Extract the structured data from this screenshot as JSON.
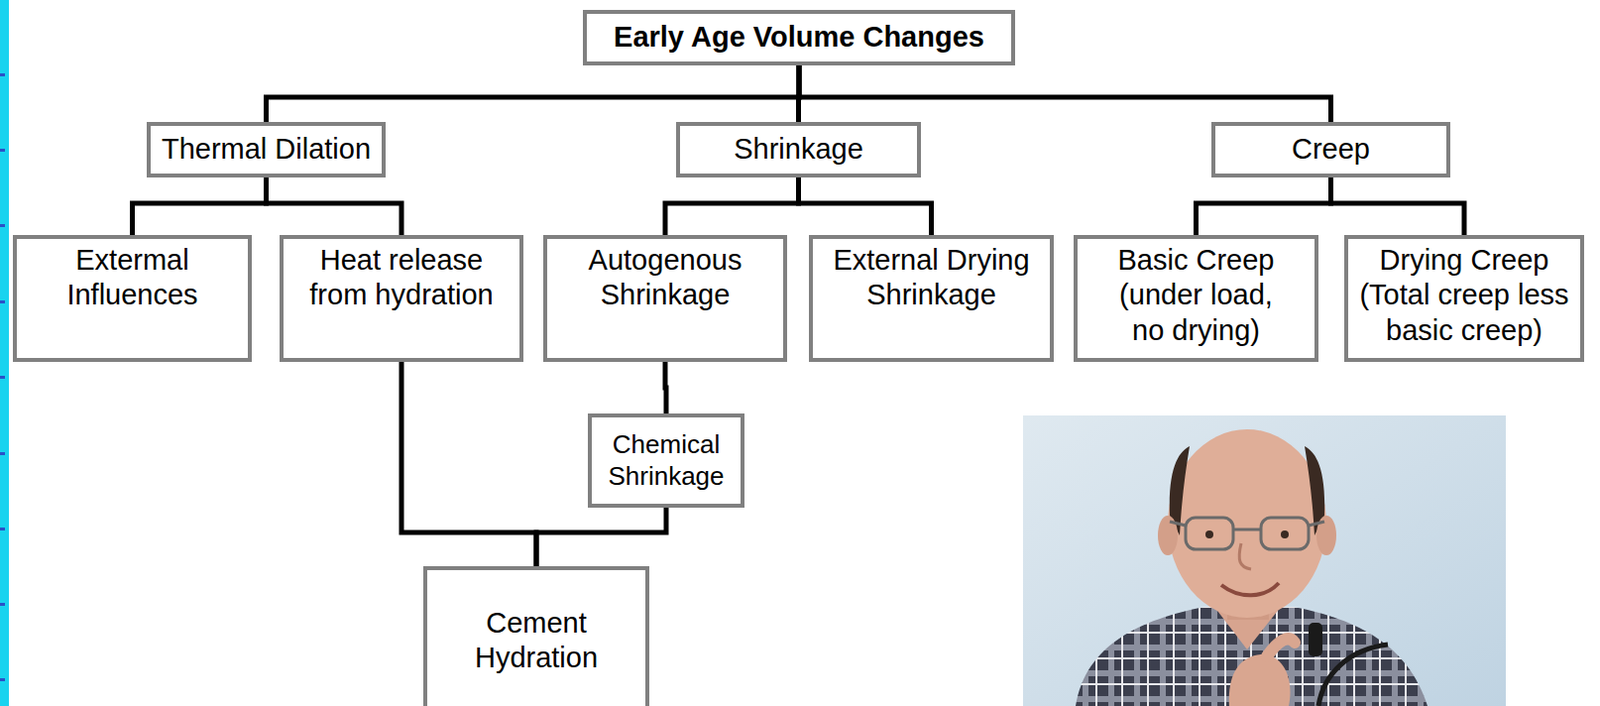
{
  "diagram": {
    "nodes": [
      {
        "text": [
          "Early Age Volume Changes"
        ]
      },
      {
        "text": [
          "Thermal Dilation"
        ]
      },
      {
        "text": [
          "Shrinkage"
        ]
      },
      {
        "text": [
          "Creep"
        ]
      },
      {
        "text": [
          "Extermal Influences"
        ]
      },
      {
        "text": [
          "Heat release from hydration"
        ]
      },
      {
        "text": [
          "Autogenous Shrinkage"
        ]
      },
      {
        "text": [
          "External Drying Shrinkage"
        ]
      },
      {
        "text": [
          "Basic Creep (under load, no drying)"
        ]
      },
      {
        "text": [
          "Drying Creep (Total creep less basic creep)"
        ]
      },
      {
        "text": [
          "Chemical Shrinkage"
        ]
      },
      {
        "text": [
          "Cement Hydration"
        ]
      }
    ],
    "edges": [
      {
        "from": 0,
        "to": 1,
        "arrow": "none"
      },
      {
        "from": 0,
        "to": 2,
        "arrow": "none"
      },
      {
        "from": 0,
        "to": 3,
        "arrow": "none"
      },
      {
        "from": 1,
        "to": 4,
        "arrow": "none"
      },
      {
        "from": 1,
        "to": 5,
        "arrow": "none"
      },
      {
        "from": 2,
        "to": 6,
        "arrow": "none"
      },
      {
        "from": 2,
        "to": 7,
        "arrow": "none"
      },
      {
        "from": 3,
        "to": 8,
        "arrow": "none"
      },
      {
        "from": 3,
        "to": 9,
        "arrow": "none"
      },
      {
        "from": 6,
        "to": 10,
        "arrow": "none"
      },
      {
        "from": 5,
        "to": 11,
        "arrow": "none"
      },
      {
        "from": 10,
        "to": 11,
        "arrow": "none"
      }
    ]
  }
}
